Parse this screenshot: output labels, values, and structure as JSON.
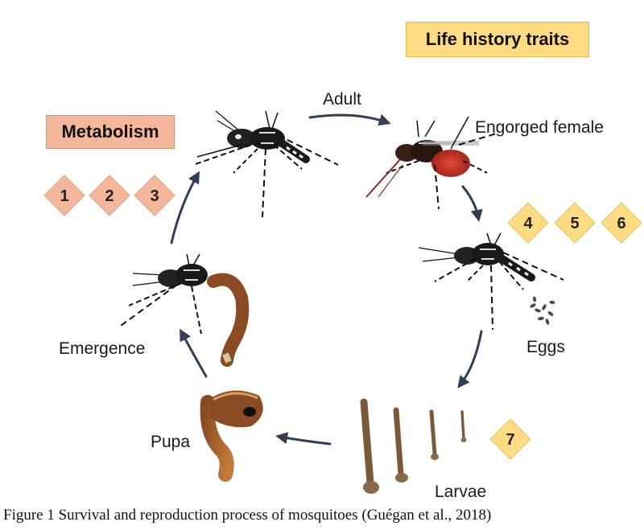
{
  "headers": {
    "life_history": "Life history traits",
    "metabolism": "Metabolism"
  },
  "stages": {
    "adult": "Adult",
    "engorged_female": "Engorged female",
    "eggs": "Eggs",
    "larvae": "Larvae",
    "pupa": "Pupa",
    "emergence": "Emergence"
  },
  "metabolism_markers": [
    "1",
    "2",
    "3"
  ],
  "life_history_markers": [
    "4",
    "5",
    "6",
    "7"
  ],
  "colors": {
    "life_history_fill": "#fcdc82",
    "metabolism_fill": "#f4b79c",
    "arrow": "#2e3f57"
  },
  "caption": "Figure 1 Survival and reproduction process of mosquitoes (Guégan et al., 2018)"
}
